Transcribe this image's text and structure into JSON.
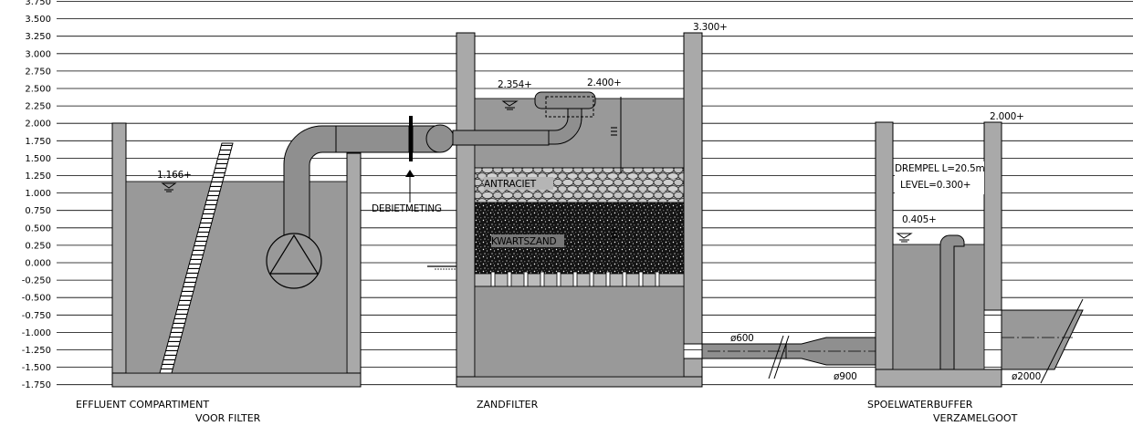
{
  "colors": {
    "concrete": "#a9a9a9",
    "water": "#999999",
    "pipe": "#8f8f8f",
    "line": "#000000",
    "background": "#ffffff"
  },
  "scale": {
    "ticks": [
      "3.750",
      "3.500",
      "3.250",
      "3.000",
      "2.750",
      "2.500",
      "2.250",
      "2.000",
      "1.750",
      "1.500",
      "1.250",
      "1.000",
      "0.750",
      "0.500",
      "0.250",
      "0.000",
      "-0.250",
      "-0.500",
      "-0.750",
      "-1.000",
      "-1.250",
      "-1.500",
      "-1.750"
    ],
    "values": [
      3.75,
      3.5,
      3.25,
      3.0,
      2.75,
      2.5,
      2.25,
      2.0,
      1.75,
      1.5,
      1.25,
      1.0,
      0.75,
      0.5,
      0.25,
      0.0,
      -0.25,
      -0.5,
      -0.75,
      -1.0,
      -1.25,
      -1.5,
      -1.75
    ]
  },
  "levels": {
    "effluent_water": "1.166+",
    "filter_water": "2.354+",
    "filter_pipe_top": "2.400+",
    "filter_wall_top": "3.300+",
    "buffer_wall_top": "2.000+",
    "buffer_water": "0.405+"
  },
  "annotations": {
    "flow_meter": "DEBIETMETING",
    "anthracite": "ANTRACIET",
    "quartz_sand": "KWARTSZAND",
    "weir_length": "DREMPEL L=20.5m",
    "weir_level": "LEVEL=0.300+",
    "pipe_600": "ø600",
    "pipe_900": "ø900",
    "pipe_2000": "ø2000"
  },
  "labels": {
    "effluent_line1": "EFFLUENT COMPARTIMENT",
    "effluent_line2": "VOOR FILTER",
    "sandfilter": "ZANDFILTER",
    "buffer_line1": "SPOELWATERBUFFER",
    "buffer_line2": "VERZAMELGOOT"
  }
}
